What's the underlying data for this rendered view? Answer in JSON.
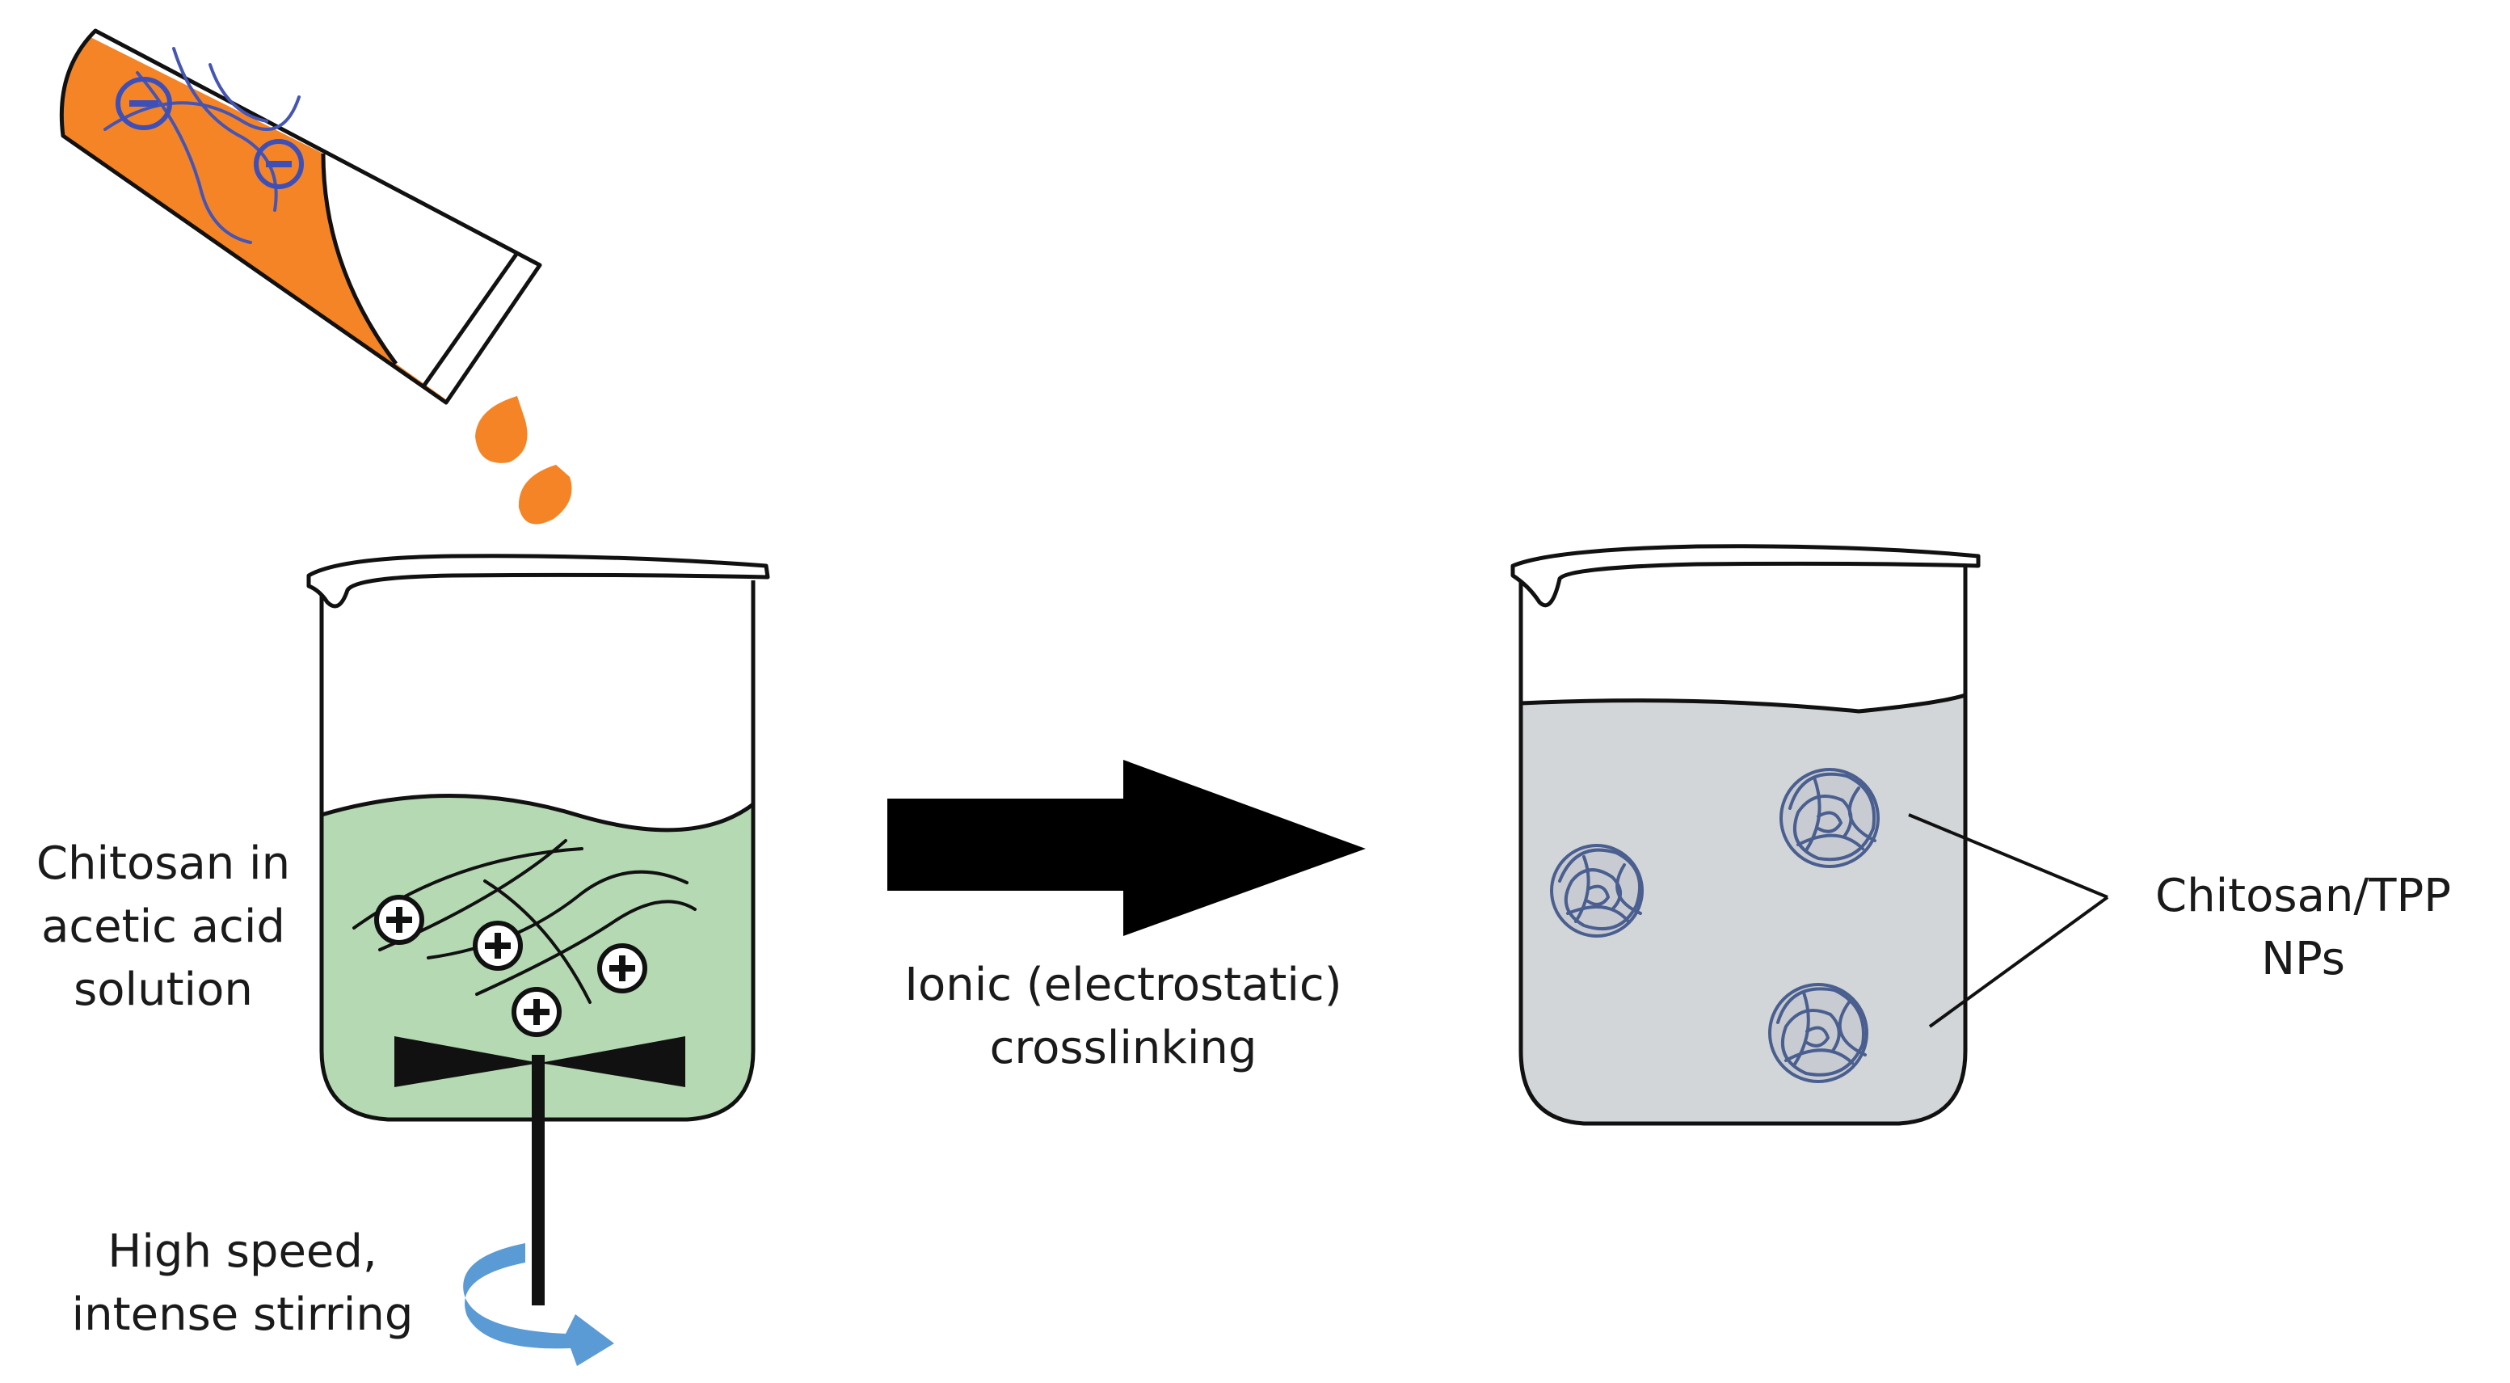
{
  "labels": {
    "chitosan_solution": [
      "Chitosan in",
      "acetic acid",
      "solution"
    ],
    "stirring": [
      "High speed,",
      "intense stirring"
    ],
    "crosslinking": [
      "Ionic (electrostatic)",
      "crosslinking"
    ],
    "nanoparticles": [
      "Chitosan/TPP",
      "NPs"
    ]
  },
  "colors": {
    "tpp_solution": "#f58426",
    "chitosan_solution": "#b5d9b3",
    "np_suspension": "#d2d6d8",
    "charge_symbol": "#3d4fb8",
    "polymer_strand": "#4555b5",
    "np_coil": "#4a5f8f",
    "rotation_arrow": "#5b9bd5",
    "outline": "#111111"
  },
  "icons": [
    "minus-charge-icon",
    "plus-charge-icon",
    "stir-bar-icon",
    "rotation-arrow-icon",
    "process-arrow-icon"
  ]
}
